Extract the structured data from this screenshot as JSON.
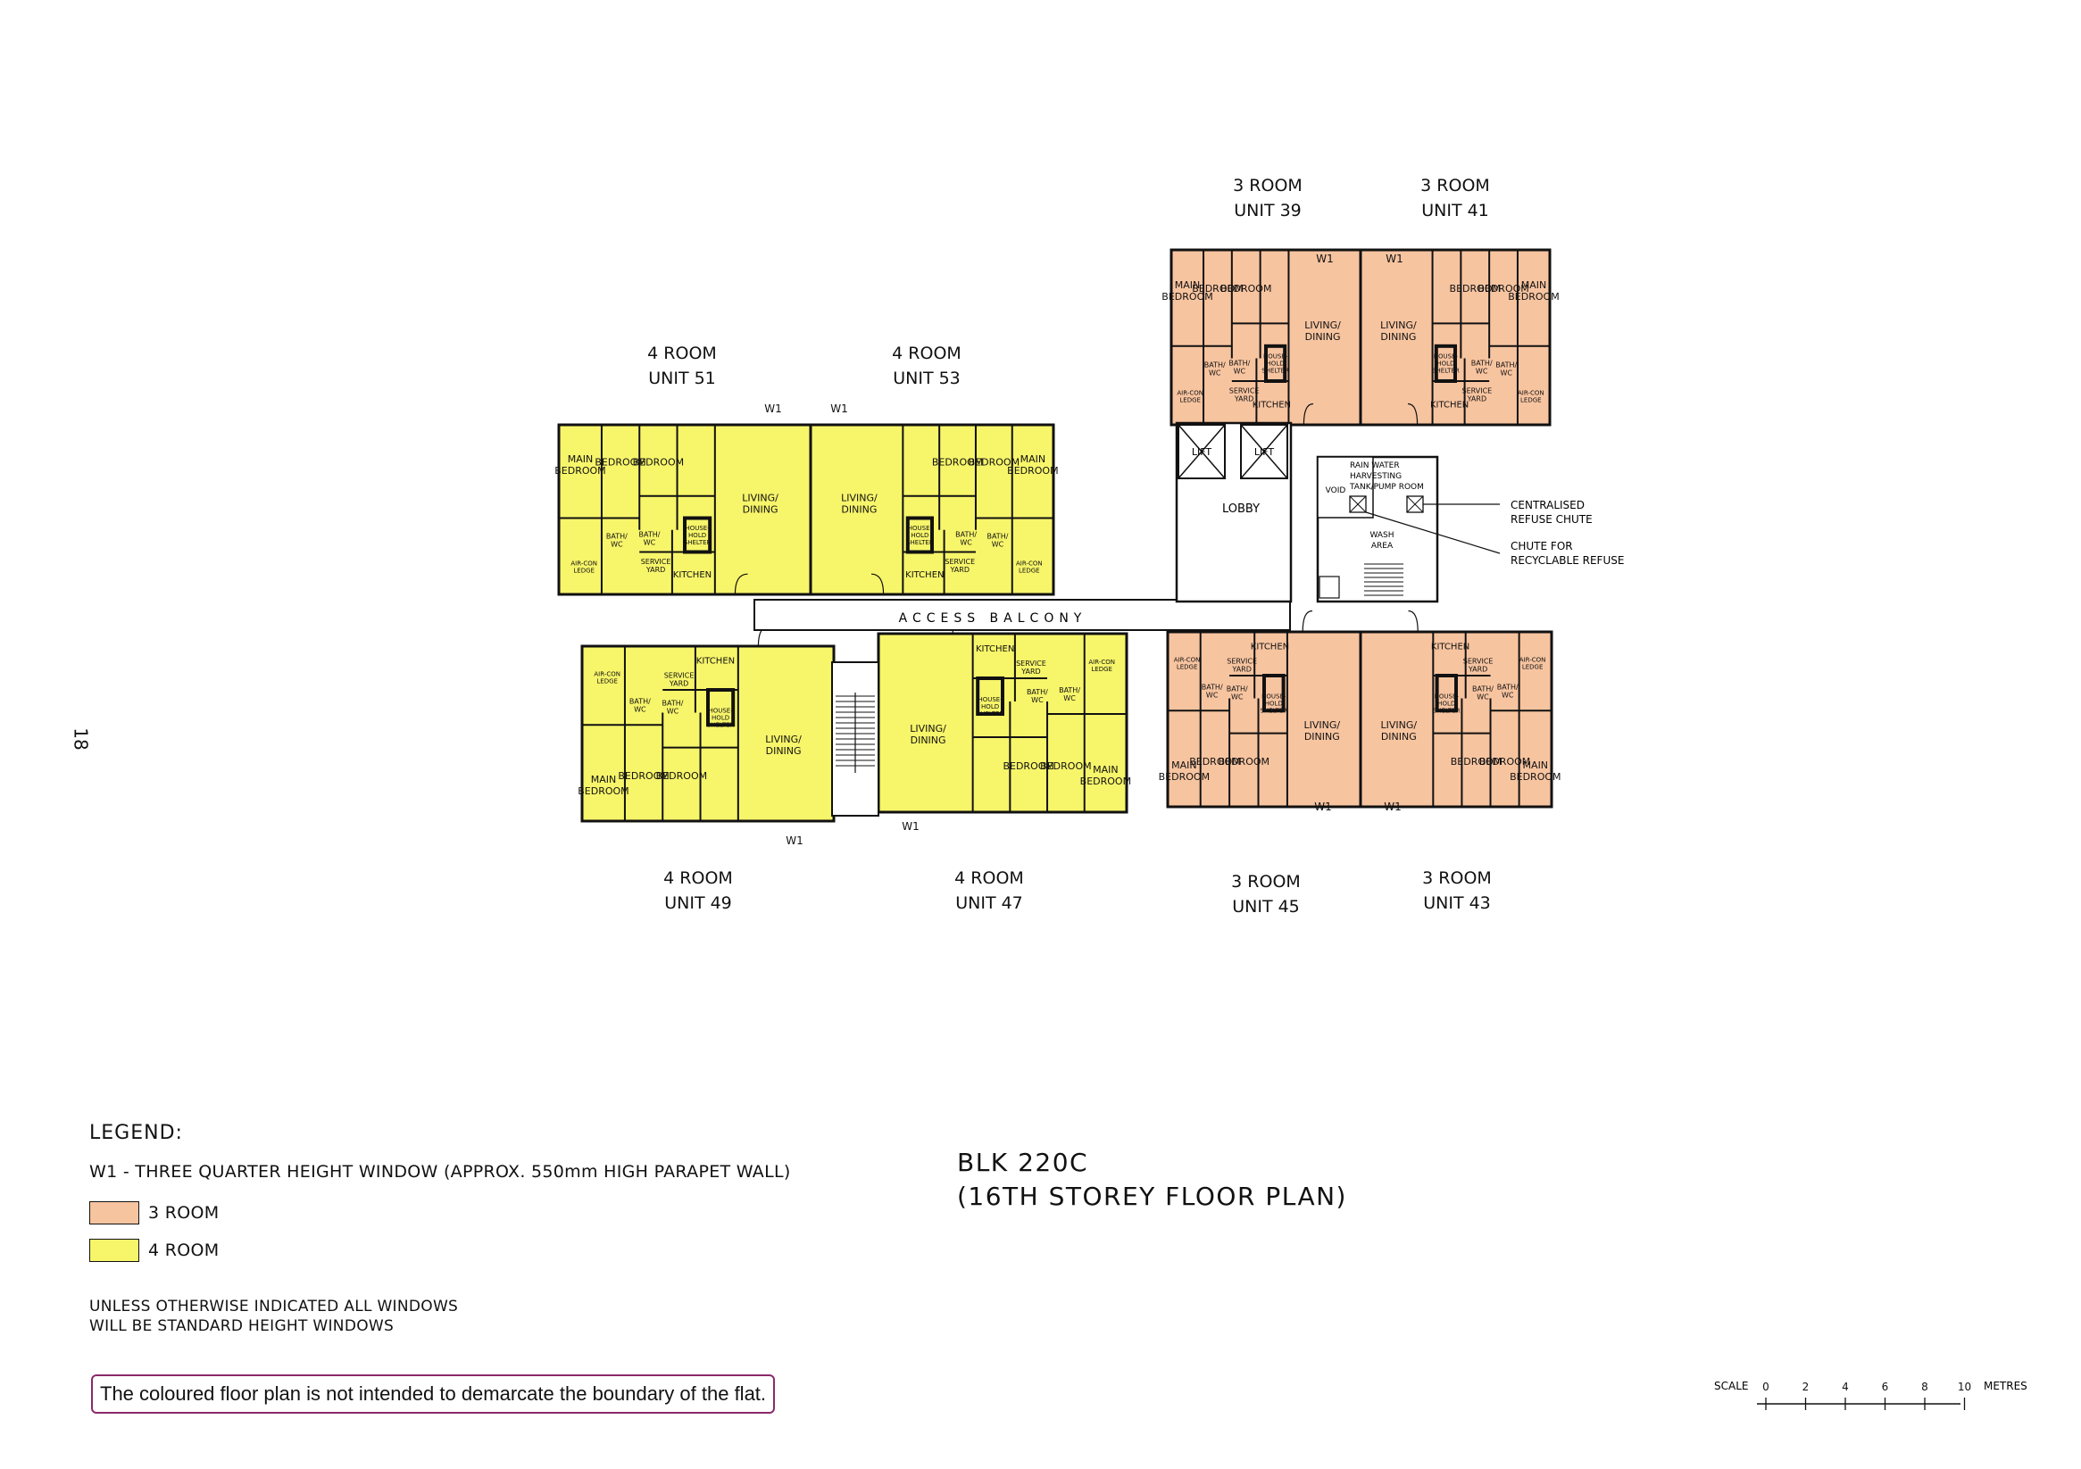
{
  "page_number": "18",
  "colors": {
    "three_room": "#F7C4A0",
    "four_room": "#F7F56A",
    "wall": "#111111"
  },
  "units": [
    {
      "room_type": "4 ROOM",
      "unit": "UNIT 51"
    },
    {
      "room_type": "4 ROOM",
      "unit": "UNIT 53"
    },
    {
      "room_type": "3 ROOM",
      "unit": "UNIT 39"
    },
    {
      "room_type": "3 ROOM",
      "unit": "UNIT 41"
    },
    {
      "room_type": "4 ROOM",
      "unit": "UNIT 49"
    },
    {
      "room_type": "4 ROOM",
      "unit": "UNIT 47"
    },
    {
      "room_type": "3 ROOM",
      "unit": "UNIT 45"
    },
    {
      "room_type": "3 ROOM",
      "unit": "UNIT 43"
    }
  ],
  "rooms": {
    "main_bedroom": [
      "MAIN",
      "BEDROOM"
    ],
    "bedroom": "BEDROOM",
    "living_dining": [
      "LIVING/",
      "DINING"
    ],
    "kitchen": "KITCHEN",
    "service_yard": [
      "SERVICE",
      "YARD"
    ],
    "bath_wc": [
      "BATH/",
      "WC"
    ],
    "household_shelter": [
      "HOUSE-",
      "HOLD",
      "SHELTER"
    ],
    "aircon_ledge": [
      "AIR-CON",
      "LEDGE"
    ]
  },
  "window_tag": "W1",
  "core": {
    "lobby": "LOBBY",
    "lift": "LIFT",
    "void": "VOID",
    "rain_water": [
      "RAIN WATER",
      "HARVESTING",
      "TANK/PUMP ROOM"
    ],
    "wash_area": [
      "WASH",
      "AREA"
    ],
    "access_balcony": "ACCESS BALCONY",
    "refuse_chute": [
      "CENTRALISED",
      "REFUSE CHUTE"
    ],
    "recyclable_chute": [
      "CHUTE FOR",
      "RECYCLABLE REFUSE"
    ]
  },
  "legend": {
    "title": "LEGEND:",
    "w1": "W1 - THREE QUARTER HEIGHT WINDOW (APPROX. 550mm HIGH PARAPET WALL)",
    "items": [
      {
        "label": "3 ROOM"
      },
      {
        "label": "4 ROOM"
      }
    ],
    "note_line1": "UNLESS OTHERWISE INDICATED ALL WINDOWS",
    "note_line2": "WILL BE STANDARD HEIGHT WINDOWS"
  },
  "disclaimer": "The coloured floor plan is not intended to demarcate the boundary of the flat.",
  "block": {
    "title": "BLK 220C",
    "subtitle": "(16TH STOREY FLOOR PLAN)"
  },
  "scale": {
    "label": "SCALE",
    "ticks": [
      "0",
      "2",
      "4",
      "6",
      "8",
      "10"
    ],
    "unit": "METRES"
  }
}
